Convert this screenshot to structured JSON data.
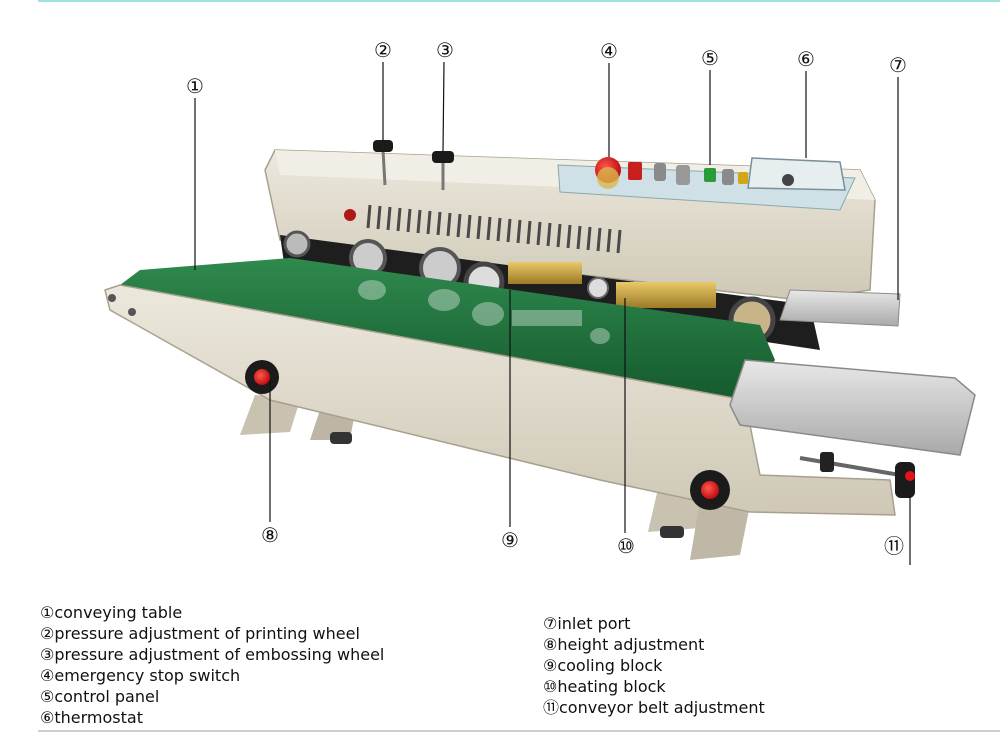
{
  "callouts": [
    {
      "num": "①",
      "name": "callout-1"
    },
    {
      "num": "②",
      "name": "callout-2"
    },
    {
      "num": "③",
      "name": "callout-3"
    },
    {
      "num": "④",
      "name": "callout-4"
    },
    {
      "num": "⑤",
      "name": "callout-5"
    },
    {
      "num": "⑥",
      "name": "callout-6"
    },
    {
      "num": "⑦",
      "name": "callout-7"
    },
    {
      "num": "⑧",
      "name": "callout-8"
    },
    {
      "num": "⑨",
      "name": "callout-9"
    },
    {
      "num": "⑩",
      "name": "callout-10"
    },
    {
      "num": "⑪",
      "name": "callout-11"
    }
  ],
  "legend": {
    "left": [
      "①conveying table",
      "②pressure adjustment of printing wheel",
      "③pressure adjustment of embossing wheel",
      "④emergency stop switch",
      "⑤control panel",
      "⑥thermostat"
    ],
    "right": [
      "⑦inlet port",
      "⑧height adjustment",
      "⑨cooling block",
      "⑩heating block",
      "⑪conveyor belt adjustment"
    ]
  },
  "colors": {
    "body": "#d9d3c4",
    "belt": "#1f6b3a",
    "steel": "#c9c9c9",
    "knob_red": "#e0141b"
  }
}
